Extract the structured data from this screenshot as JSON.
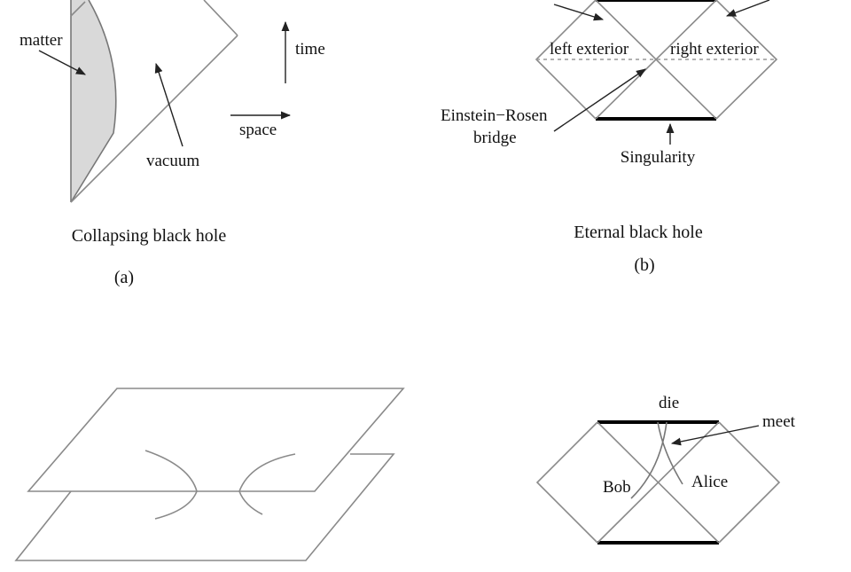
{
  "panel_a": {
    "label_matter": "matter",
    "label_vacuum": "vacuum",
    "label_time": "time",
    "label_space": "space",
    "caption": "Collapsing black hole",
    "panel_tag": "(a)"
  },
  "panel_b": {
    "label_left_exterior": "left exterior",
    "label_right_exterior": "right exterior",
    "label_bridge_line1": "Einstein−Rosen",
    "label_bridge_line2": "bridge",
    "label_singularity": "Singularity",
    "caption": "Eternal black hole",
    "panel_tag": "(b)"
  },
  "panel_d": {
    "label_die": "die",
    "label_meet": "meet",
    "label_bob": "Bob",
    "label_alice": "Alice"
  },
  "colors": {
    "matter_fill": "#d9d9d9",
    "singularity": "#000000",
    "lines": "#8a8a8a"
  }
}
